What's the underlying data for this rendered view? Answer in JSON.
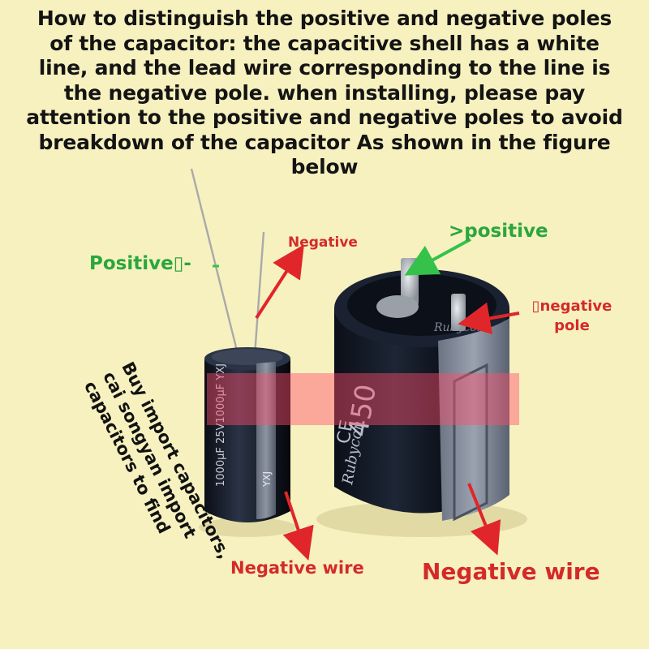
{
  "header": {
    "lines": [
      "How to distinguish the positive and negative poles",
      "of the capacitor: the capacitive shell has a white",
      "line, and the lead wire corresponding to the line is",
      "the negative pole. when installing, please pay",
      "attention to the positive and negative poles to avoid",
      "breakdown of the capacitor As shown in the figure",
      "below"
    ]
  },
  "labels": {
    "positive_left": "Positive▯-",
    "negative_top": "Negative",
    "positive_right": ">positive",
    "negative_pole_line1": "▯negative",
    "negative_pole_line2": "pole",
    "negative_wire_small": "Negative wire",
    "negative_wire_big": "Negative wire"
  },
  "rotated_caption": {
    "lines": [
      "Buy import capacitors,",
      "cai songyan import",
      "capacitors to find"
    ]
  },
  "capacitor_markings": {
    "small_body": "1000µF 25V1000µF YXJ",
    "small_side": "YXJ",
    "large_top": "Rubycon",
    "large_front_a": "CE",
    "large_front_b": "450",
    "large_brand": "Rubycon"
  },
  "colors": {
    "background": "#f7f1bf",
    "label_green": "#2aa63d",
    "label_red": "#d42a2a",
    "arrow_red": "#e0262a",
    "arrow_green": "#34c24a",
    "band_pink": "#ff4d6d"
  }
}
